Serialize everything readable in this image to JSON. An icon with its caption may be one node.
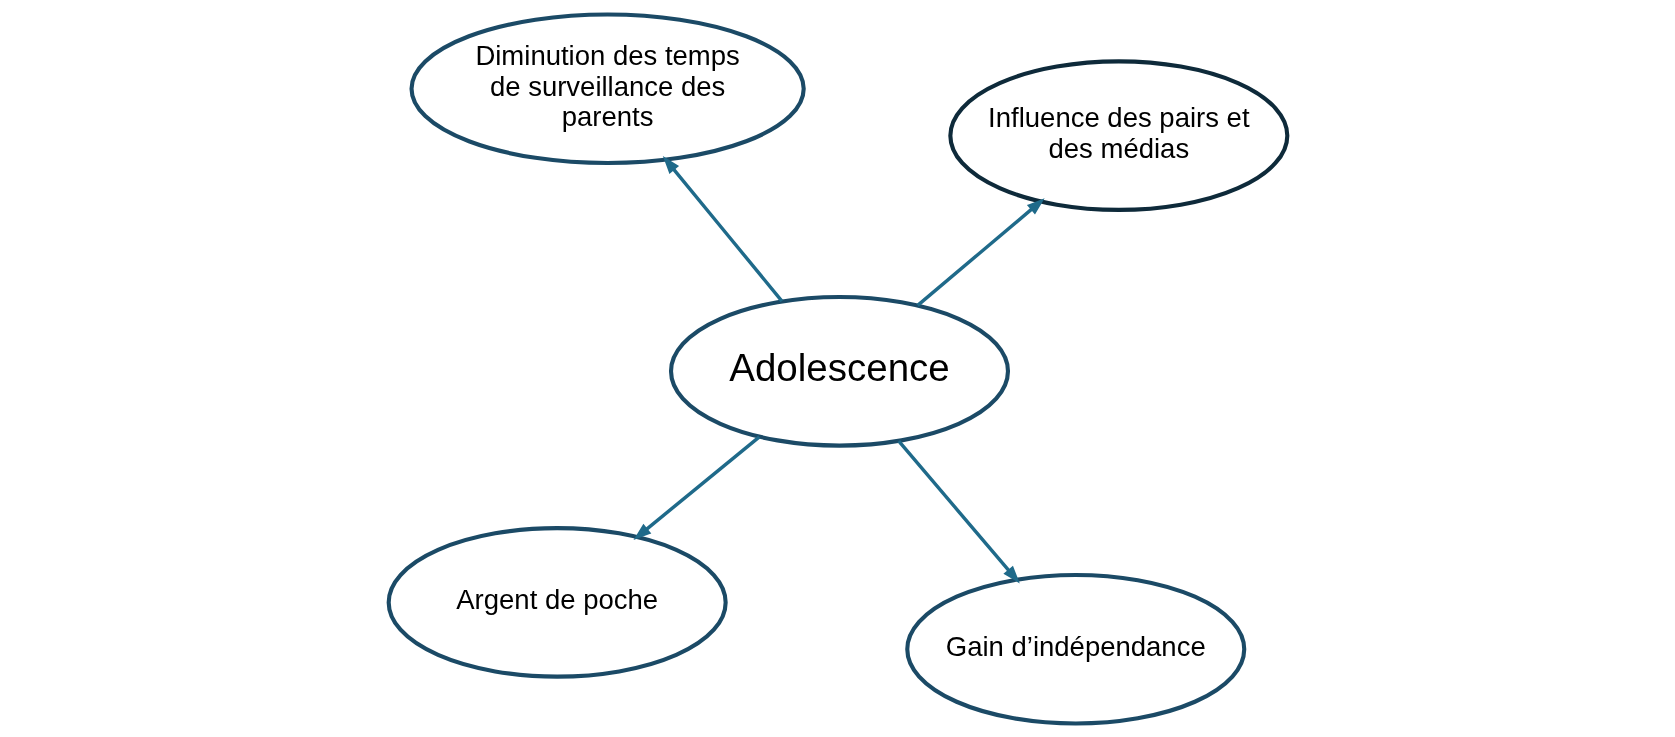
{
  "diagram": {
    "nodes": [
      {
        "text": [
          "Argent de poche"
        ]
      },
      {
        "text": [
          "Gain d’indépendance"
        ]
      },
      {
        "text": [
          "Adolescence"
        ]
      },
      {
        "text": [
          "Diminution des temps de surveillance des parents"
        ]
      },
      {
        "text": [
          "Influence des pairs et des médias"
        ]
      }
    ],
    "edges": [
      {
        "from": 2,
        "to": 0,
        "arrow": "to"
      },
      {
        "from": 2,
        "to": 1,
        "arrow": "to"
      },
      {
        "from": 2,
        "to": 3,
        "arrow": "to"
      },
      {
        "from": 2,
        "to": 4,
        "arrow": "to"
      }
    ]
  }
}
